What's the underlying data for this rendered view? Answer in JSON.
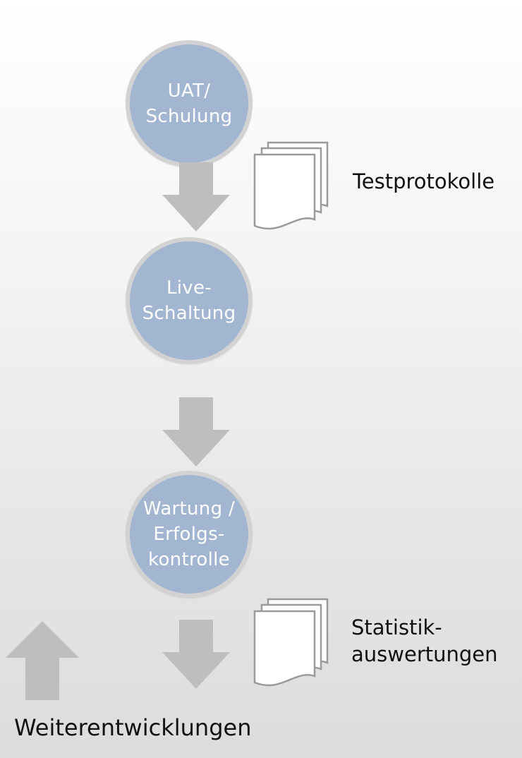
{
  "steps": [
    {
      "label": "UAT/\nSchulung"
    },
    {
      "label": "Live-\nSchaltung"
    },
    {
      "label": "Wartung /\nErfolgs-\nkontrolle"
    }
  ],
  "outputs": [
    {
      "label": "Testprotokolle"
    },
    {
      "label": "Statistik-\nauswertungen"
    }
  ],
  "feedback": {
    "label": "Weiterentwicklungen"
  },
  "colors": {
    "circle_fill": "#a2b6d2",
    "circle_border": "#d2d2d2",
    "arrow": "#bebebe",
    "doc_stroke": "#9a9a9a"
  }
}
